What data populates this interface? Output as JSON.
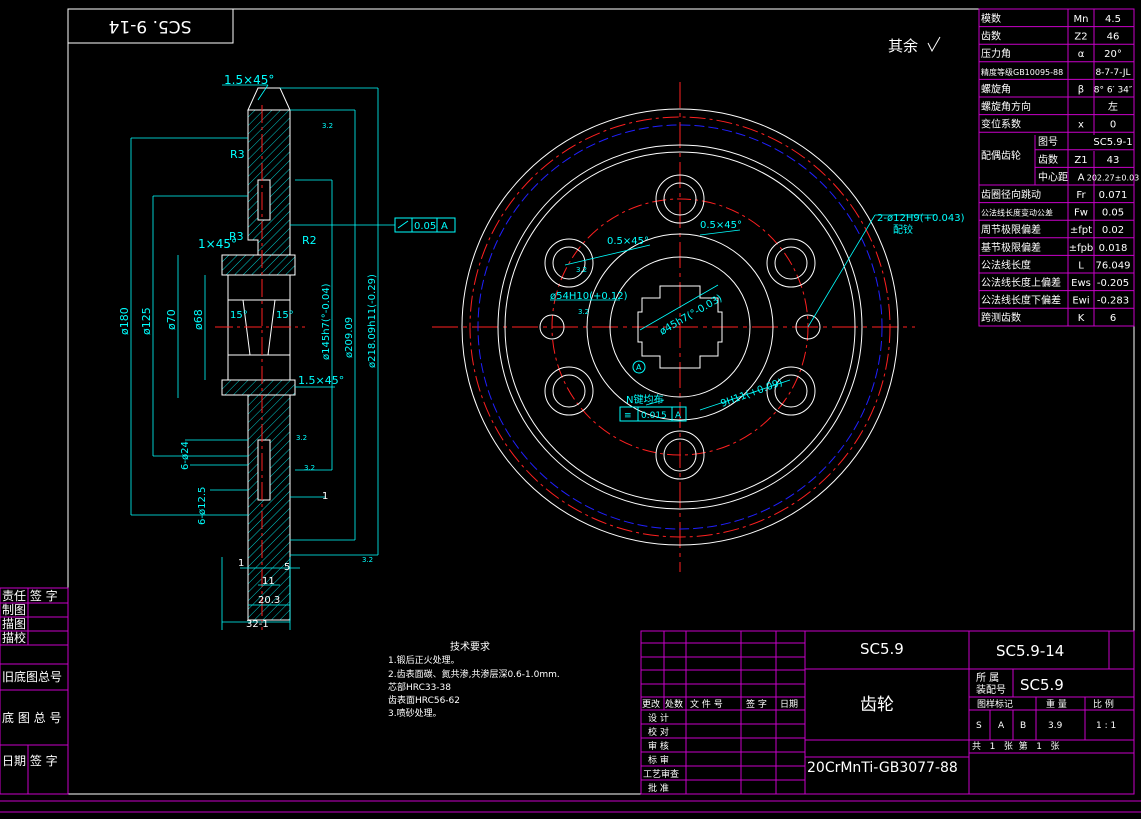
{
  "colors": {
    "frame": "#ffffff",
    "border": "#c800c8",
    "part": "#ffffff",
    "dimension": "#00ffff",
    "center": "#ff2020",
    "pitch": "#2020ff",
    "hatch": "#00ffff"
  },
  "corner_label": "SC5. 9-14",
  "roughness_note": "其余",
  "side_view": {
    "chamfer_top": "1.5×45°",
    "radius_top": "R3",
    "radius_mid": "R3",
    "radius_right": "R2",
    "chamfer_left": "1×45°",
    "chamfer_right": "1.5×45°",
    "angle_left": "15°",
    "angle_right": "15°",
    "dia_180": "ø180",
    "dia_125": "ø125",
    "dia_70": "ø70",
    "dia_68": "ø68",
    "dia_145": "ø145h7(°-0.04)",
    "dia_209": "ø209.09",
    "dia_218": "ø218.09h11(-0.29)",
    "dia_24": "6-ø24",
    "dia_12": "6-ø12.5",
    "runout": "0.05",
    "datum": "A",
    "dim_1_top": "1",
    "dim_1_bot": "1",
    "dim_5": "5",
    "dim_11": "11",
    "dim_20": "20.3",
    "dim_32": "32-1",
    "rough_a": "3.2",
    "rough_b": "3.2",
    "rough_c": "3.2",
    "rough_d": "3.2"
  },
  "front_view": {
    "chamfer_a": "0.5×45°",
    "chamfer_b": "0.5×45°",
    "bore_54": "ø54H10(+0.12)",
    "spline": "ø45h7(°-0.03)",
    "holes": "2-ø12H9(+0.043)",
    "ream": "配铰",
    "spline_9h": "9H11(+0.09)",
    "symmetry_note": "N键均布",
    "symmetry_tol": "0.015",
    "symmetry_datum": "A",
    "datum_a": "A",
    "rough_1": "3.2",
    "rough_2": "3.2"
  },
  "tech_req": {
    "title": "技术要求",
    "lines": [
      "1.锻后正火处理。",
      "2.齿表面碳、氮共渗,共渗层深0.6-1.0mm.",
      "  芯部HRC33-38",
      "  齿表面HRC56-62",
      "3.喷砂处理。"
    ]
  },
  "side_labels": [
    "责任 签 字",
    "制图",
    "描图",
    "描校",
    "旧底图总号",
    "底 图 总 号",
    "日期 签 字"
  ],
  "params": [
    {
      "name": "模数",
      "sym": "Mn",
      "val": "4.5"
    },
    {
      "name": "齿数",
      "sym": "Z2",
      "val": "46"
    },
    {
      "name": "压力角",
      "sym": "α",
      "val": "20°"
    },
    {
      "name": "精度等级GB10095-88",
      "sym": "",
      "val": "8-7-7-JL"
    },
    {
      "name": "螺旋角",
      "sym": "β",
      "val": "8° 6′ 34″"
    },
    {
      "name": "螺旋角方向",
      "sym": "",
      "val": "左"
    },
    {
      "name": "变位系数",
      "sym": "x",
      "val": "0"
    }
  ],
  "mating": {
    "label": "配偶齿轮",
    "rows": [
      {
        "name": "图号",
        "sym": "",
        "val": "SC5.9-1"
      },
      {
        "name": "齿数",
        "sym": "Z1",
        "val": "43"
      },
      {
        "name": "中心距",
        "sym": "A",
        "val": "202.27±0.03"
      }
    ]
  },
  "params2": [
    {
      "name": "齿圈径向跳动",
      "sym": "Fr",
      "val": "0.071"
    },
    {
      "name": "公法线长度变动公差",
      "sym": "Fw",
      "val": "0.05"
    },
    {
      "name": "周节极限偏差",
      "sym": "±fpt",
      "val": "0.02"
    },
    {
      "name": "基节极限偏差",
      "sym": "±fpb",
      "val": "0.018"
    },
    {
      "name": "公法线长度",
      "sym": "L",
      "val": "76.049"
    },
    {
      "name": "公法线长度上偏差",
      "sym": "Ews",
      "val": "-0.205"
    },
    {
      "name": "公法线长度下偏差",
      "sym": "Ewi",
      "val": "-0.283"
    },
    {
      "name": "跨测齿数",
      "sym": "K",
      "val": "6"
    }
  ],
  "title_block": {
    "code_a": "SC5.9",
    "code_b": "SC5.9-14",
    "part_name": "齿轮",
    "belongs_label": "所 属\n装配号",
    "belongs": "SC5.9",
    "material": "20CrMnTi-GB3077-88",
    "mark_label": "图样标记",
    "weight_label": "重 量",
    "scale_label": "比 例",
    "marks": [
      "S",
      "A",
      "B"
    ],
    "weight": "3.9",
    "scale": "1 : 1",
    "sheets": "共   1   张  第   1   张",
    "rev_headers": [
      "更改",
      "处数",
      "文 件 号",
      "签 字",
      "日期"
    ],
    "roles": [
      "设 计",
      "校 对",
      "审 核",
      "标 审",
      "工艺审查",
      "批 准"
    ]
  }
}
